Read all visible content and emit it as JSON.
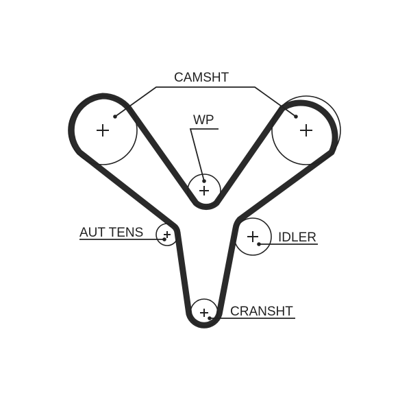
{
  "labels": {
    "camshaft": "CAMSHT",
    "water_pump": "WP",
    "auto_tensioner": "AUT TENS",
    "idler": "IDLER",
    "crankshaft": "CRANSHT"
  },
  "colors": {
    "belt": "#2a2a2a",
    "line": "#222222",
    "background": "#ffffff"
  }
}
